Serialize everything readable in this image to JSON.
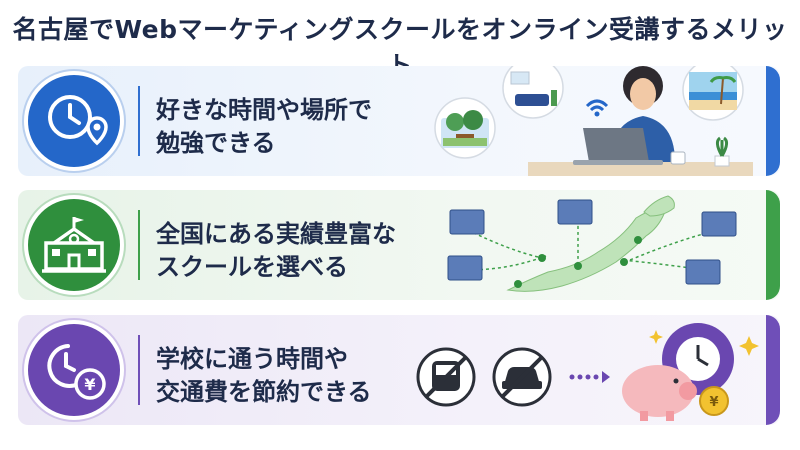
{
  "title": "名古屋でWebマーケティングスクールをオンライン受講するメリット",
  "rows": [
    {
      "line1": "好きな時間や場所で",
      "line2": "勉強できる",
      "accent": "#2467c9"
    },
    {
      "line1": "全国にある実績豊富な",
      "line2": "スクールを選べる",
      "accent": "#2f8f3d"
    },
    {
      "line1": "学校に通う時間や",
      "line2": "交通費を節約できる",
      "accent": "#6a47b0"
    }
  ],
  "coin_symbol": "¥",
  "icons": [
    "clock-location-icon",
    "school-building-icon",
    "clock-yen-icon",
    "laptop-woman-illustration",
    "japan-map-illustration",
    "no-train-icon",
    "no-car-icon",
    "piggy-bank-icon"
  ]
}
